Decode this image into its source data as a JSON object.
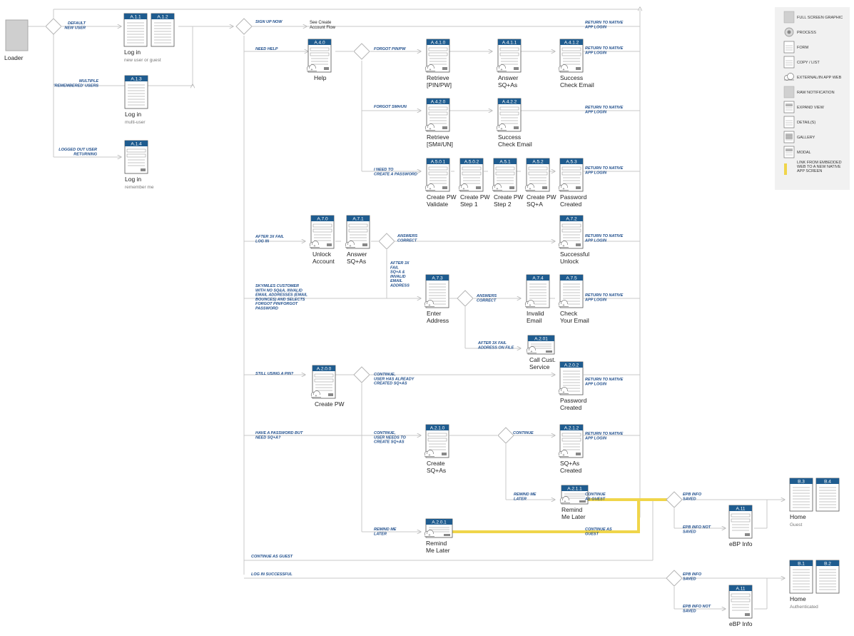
{
  "loader": {
    "label": "Loader"
  },
  "see_create": {
    "line1": "See Create",
    "line2": "Account Flow"
  },
  "screens": [
    {
      "id": "a11",
      "tag": "A.1.1",
      "lines": [
        "Log in"
      ],
      "sub": "new user or guest"
    },
    {
      "id": "a12",
      "tag": "A.1.2",
      "lines": [],
      "sub": ""
    },
    {
      "id": "a13",
      "tag": "A.1.3",
      "lines": [
        "Log in"
      ],
      "sub": "multi-user"
    },
    {
      "id": "a14",
      "tag": "A.1.4",
      "lines": [
        "Log in"
      ],
      "sub": "remember me"
    },
    {
      "id": "a40",
      "tag": "A.4.0",
      "lines": [
        "Help"
      ],
      "sub": ""
    },
    {
      "id": "a410",
      "tag": "A.4.1.0",
      "lines": [
        "Retrieve",
        "[PIN/PW]"
      ],
      "sub": ""
    },
    {
      "id": "a411",
      "tag": "A.4.1.1",
      "lines": [
        "Answer",
        "SQ+As"
      ],
      "sub": ""
    },
    {
      "id": "a412",
      "tag": "A.4.1.2",
      "lines": [
        "Success",
        "Check Email"
      ],
      "sub": ""
    },
    {
      "id": "a420",
      "tag": "A.4.2.0",
      "lines": [
        "Retrieve",
        "[SM#/UN]"
      ],
      "sub": ""
    },
    {
      "id": "a422",
      "tag": "A.4.2.2",
      "lines": [
        "Success",
        "Check Email"
      ],
      "sub": ""
    },
    {
      "id": "a501",
      "tag": "A.5.0.1",
      "lines": [
        "Create PW",
        "Validate"
      ],
      "sub": ""
    },
    {
      "id": "a502",
      "tag": "A.5.0.2",
      "lines": [
        "Create PW",
        "Step 1"
      ],
      "sub": ""
    },
    {
      "id": "a51",
      "tag": "A.5.1",
      "lines": [
        "Create PW",
        "Step 2"
      ],
      "sub": ""
    },
    {
      "id": "a52",
      "tag": "A.5.2",
      "lines": [
        "Create PW",
        "SQ+A"
      ],
      "sub": ""
    },
    {
      "id": "a53",
      "tag": "A.5.3",
      "lines": [
        "Password",
        "Created"
      ],
      "sub": ""
    },
    {
      "id": "a70",
      "tag": "A.7.0",
      "lines": [
        "Unlock",
        "Account"
      ],
      "sub": ""
    },
    {
      "id": "a71",
      "tag": "A.7.1",
      "lines": [
        "Answer",
        "SQ+As"
      ],
      "sub": ""
    },
    {
      "id": "a72",
      "tag": "A.7.2",
      "lines": [
        "Successful",
        "Unlock"
      ],
      "sub": ""
    },
    {
      "id": "a73",
      "tag": "A.7.3",
      "lines": [
        "Enter",
        "Address"
      ],
      "sub": ""
    },
    {
      "id": "a74",
      "tag": "A.7.4",
      "lines": [
        "Invalid",
        "Email"
      ],
      "sub": ""
    },
    {
      "id": "a75",
      "tag": "A.7.5",
      "lines": [
        "Check",
        "Your Email"
      ],
      "sub": ""
    },
    {
      "id": "a201",
      "tag": "A.2.01",
      "lines": [
        "Call Cust.",
        "Service"
      ],
      "sub": ""
    },
    {
      "id": "a200",
      "tag": "A.2.0.0",
      "lines": [
        "Create PW"
      ],
      "sub": ""
    },
    {
      "id": "a202",
      "tag": "A.2.0.2",
      "lines": [
        "Password",
        "Created"
      ],
      "sub": ""
    },
    {
      "id": "a210",
      "tag": "A.2.1.0",
      "lines": [
        "Create",
        "SQ+As"
      ],
      "sub": ""
    },
    {
      "id": "a212",
      "tag": "A.2.1.2",
      "lines": [
        "SQ+As",
        "Created"
      ],
      "sub": ""
    },
    {
      "id": "a211",
      "tag": "A.2.1.1",
      "lines": [
        "Remind",
        "Me Later"
      ],
      "sub": ""
    },
    {
      "id": "a2101",
      "tag": "A.2.0.1",
      "lines": [
        "Remind",
        "Me Later"
      ],
      "sub": ""
    },
    {
      "id": "eb1",
      "tag": "A.11",
      "lines": [
        "eBP Info"
      ],
      "sub": ""
    },
    {
      "id": "eb2",
      "tag": "A.11",
      "lines": [
        "eBP Info"
      ],
      "sub": ""
    },
    {
      "id": "b3",
      "tag": "B.3",
      "lines": [
        "Home"
      ],
      "sub": "Guest"
    },
    {
      "id": "b4",
      "tag": "B.4",
      "lines": [],
      "sub": ""
    },
    {
      "id": "b1",
      "tag": "B.1",
      "lines": [
        "Home"
      ],
      "sub": "Authenticated"
    },
    {
      "id": "b2",
      "tag": "B.2",
      "lines": [],
      "sub": ""
    }
  ],
  "edge_labels": [
    {
      "id": "e_default",
      "lines": [
        "DEFAULT",
        "NEW USER"
      ]
    },
    {
      "id": "e_multiple",
      "lines": [
        "MULTIPLE",
        "'REMEMBERED' USERS"
      ]
    },
    {
      "id": "e_loggedout",
      "lines": [
        "LOGGED OUT USER",
        "RETURNING"
      ]
    },
    {
      "id": "e_signup",
      "lines": [
        "SIGN UP NOW"
      ]
    },
    {
      "id": "e_needhelp",
      "lines": [
        "NEED HELP"
      ]
    },
    {
      "id": "e_forgotpin",
      "lines": [
        "FORGOT PIN/PW"
      ]
    },
    {
      "id": "e_forgotsm",
      "lines": [
        "FORGOT SM#/UN"
      ]
    },
    {
      "id": "e_needpw",
      "lines": [
        "I NEED TO",
        "CREATE A PASSWORD"
      ]
    },
    {
      "id": "e_after3x",
      "lines": [
        "AFTER 3X FAIL",
        "LOG IN"
      ]
    },
    {
      "id": "e_answers1",
      "lines": [
        "ANSWERS",
        "CORRECT"
      ]
    },
    {
      "id": "e_after3x_sq",
      "lines": [
        "AFTER 3X",
        "FAIL",
        "SQ+A &",
        "INVALID",
        "EMAIL",
        "ADDRESS"
      ]
    },
    {
      "id": "e_skymiles",
      "lines": [
        "SKYMILES CUSTOMER",
        "WITH NO SQ&A, INVALID",
        "EMAIL ADDRESSES (EMAIL",
        "BOUNCES) AND SELECTS",
        "FORGOT PIN/FORGOT",
        "PASSWORD"
      ]
    },
    {
      "id": "e_answers2",
      "lines": [
        "ANSWERS",
        "CORRECT"
      ]
    },
    {
      "id": "e_after3x_addr",
      "lines": [
        "AFTER 3X FAIL",
        "ADDRESS ON FILE"
      ]
    },
    {
      "id": "e_stillpin",
      "lines": [
        "STILL USING A PIN?"
      ]
    },
    {
      "id": "e_cont_sq",
      "lines": [
        "CONTINUE,",
        "USER HAS ALREADY",
        "CREATED SQ+AS"
      ]
    },
    {
      "id": "e_havepw",
      "lines": [
        "HAVE A PASSWORD BUT",
        "NEED SQ+A?"
      ]
    },
    {
      "id": "e_cont_need",
      "lines": [
        "CONTINUE,",
        "USER NEEDS TO",
        "CREATE SQ+AS"
      ]
    },
    {
      "id": "e_continue",
      "lines": [
        "CONTINUE"
      ]
    },
    {
      "id": "e_remind1",
      "lines": [
        "REMIND ME",
        "LATER"
      ]
    },
    {
      "id": "e_cont_guest1",
      "lines": [
        "CONTINUE",
        "AS GUEST"
      ]
    },
    {
      "id": "e_remind2",
      "lines": [
        "REMIND ME",
        "LATER"
      ]
    },
    {
      "id": "e_cont_guest2",
      "lines": [
        "CONTINUE AS",
        "GUEST"
      ]
    },
    {
      "id": "e_cont_guest3",
      "lines": [
        "CONTINUE AS GUEST"
      ]
    },
    {
      "id": "e_login_ok",
      "lines": [
        "LOG IN SUCCESSFUL"
      ]
    },
    {
      "id": "e_ebp_saved1",
      "lines": [
        "EPB INFO",
        "SAVED"
      ]
    },
    {
      "id": "e_ebp_not1",
      "lines": [
        "EPB INFO NOT",
        "SAVED"
      ]
    },
    {
      "id": "e_ebp_saved2",
      "lines": [
        "EPB INFO",
        "SAVED"
      ]
    },
    {
      "id": "e_ebp_not2",
      "lines": [
        "EPB INFO NOT",
        "SAVED"
      ]
    },
    {
      "id": "rt1",
      "lines": [
        "RETURN TO NATIVE",
        "APP LOGIN"
      ]
    },
    {
      "id": "rt2",
      "lines": [
        "RETURN TO NATIVE",
        "APP LOGIN"
      ]
    },
    {
      "id": "rt3",
      "lines": [
        "RETURN TO NATIVE",
        "APP LOGIN"
      ]
    },
    {
      "id": "rt4",
      "lines": [
        "RETURN TO NATIVE",
        "APP LOGIN"
      ]
    },
    {
      "id": "rt5",
      "lines": [
        "RETURN TO NATIVE",
        "APP LOGIN"
      ]
    },
    {
      "id": "rt6",
      "lines": [
        "RETURN TO NATIVE",
        "APP LOGIN"
      ]
    },
    {
      "id": "rt7",
      "lines": [
        "RETURN TO NATIVE",
        "APP LOGIN"
      ]
    },
    {
      "id": "rt8",
      "lines": [
        "RETURN TO NATIVE",
        "APP LOGIN"
      ]
    },
    {
      "id": "rt9",
      "lines": [
        "RETURN TO NATIVE",
        "APP LOGIN"
      ]
    }
  ],
  "legend": [
    {
      "icon": "full-screen-graphic",
      "label": "FULL SCREEN GRAPHIC"
    },
    {
      "icon": "process",
      "label": "PROCESS"
    },
    {
      "icon": "form",
      "label": "FORM"
    },
    {
      "icon": "copy-list",
      "label": "COPY / LIST"
    },
    {
      "icon": "external-in-app-web",
      "label": "EXTERNAL/IN APP WEB"
    },
    {
      "icon": "raw-notification",
      "label": "RAW NOTIFICATION"
    },
    {
      "icon": "expand-view",
      "label": "EXPAND VIEW"
    },
    {
      "icon": "details",
      "label": "DETAIL(S)"
    },
    {
      "icon": "gallery",
      "label": "GALLERY"
    },
    {
      "icon": "modal",
      "label": "MODAL"
    },
    {
      "icon": "link-embedded-web",
      "label": [
        "LINK FROM EMBEDDED",
        "WEB TO A NEW NATIVE",
        "APP SCREEN"
      ]
    }
  ],
  "colors": {
    "tag": "#1f5c8f",
    "edge": "#c9c9c9",
    "label": "#1f4e8c",
    "highlight": "#f0d54a"
  }
}
